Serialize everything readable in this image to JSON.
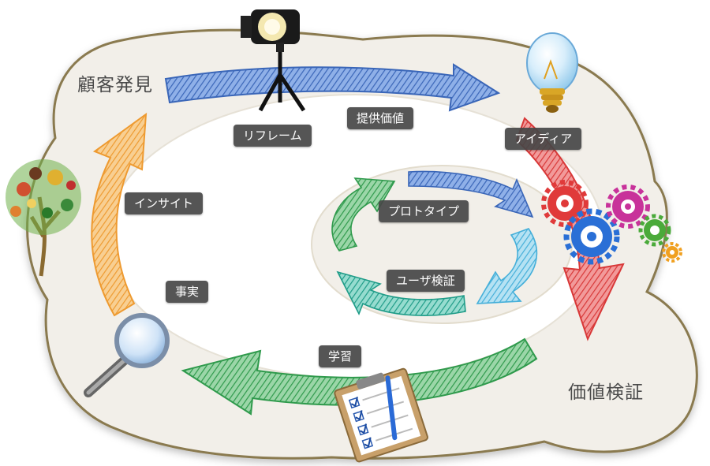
{
  "stages": {
    "customer_discovery": "顧客発見",
    "value_validation": "価値検証"
  },
  "steps": {
    "reframe": "リフレーム",
    "value_proposition": "提供価値",
    "idea": "アイディア",
    "insight": "インサイト",
    "prototype": "プロトタイプ",
    "user_validation": "ユーザ検証",
    "facts": "事実",
    "learning": "学習"
  },
  "colors": {
    "outer_blue_arrow": "#4a7cc9",
    "red_arrow": "#e04848",
    "green_arrow": "#3fa65a",
    "orange_arrow": "#f0a040",
    "inner_blue_arrow": "#4f7fd0",
    "inner_cyan_arrow": "#4fb8e0",
    "inner_teal_arrow": "#2aa898",
    "inner_green_arrow": "#3aa85a",
    "cloud_fill": "#f2efe9",
    "cloud_outline": "#8a7a50",
    "label_bg": "#464646"
  },
  "icons": [
    "spotlight-icon",
    "lightbulb-icon",
    "gears-icon",
    "tree-icon",
    "magnifier-icon",
    "clipboard-checklist-icon"
  ]
}
